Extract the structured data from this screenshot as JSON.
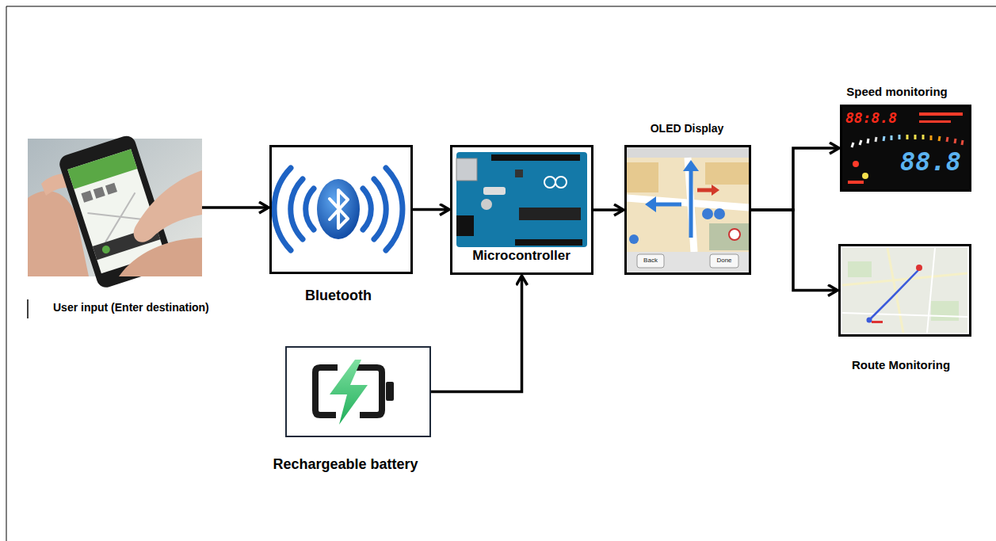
{
  "diagram": {
    "nodes": [
      {
        "text": [
          "User input (Enter destination)"
        ]
      },
      {
        "text": [
          "Bluetooth"
        ]
      },
      {
        "text": [
          "Microcontroller"
        ]
      },
      {
        "text": [
          "OLED Display"
        ]
      },
      {
        "text": [
          "Speed monitoring"
        ]
      },
      {
        "text": [
          "Route Monitoring"
        ]
      },
      {
        "text": [
          "Rechargeable battery"
        ]
      }
    ],
    "edges": [
      {
        "from": 0,
        "to": 1,
        "arrow": "to"
      },
      {
        "from": 1,
        "to": 2,
        "arrow": "to"
      },
      {
        "from": 6,
        "to": 2,
        "arrow": "to"
      },
      {
        "from": 2,
        "to": 3,
        "arrow": "to"
      },
      {
        "from": 3,
        "to": 4,
        "arrow": "to"
      },
      {
        "from": 3,
        "to": 5,
        "arrow": "to"
      }
    ],
    "labels": [
      "88:8.8",
      "88.8",
      "Back",
      "Done"
    ]
  }
}
